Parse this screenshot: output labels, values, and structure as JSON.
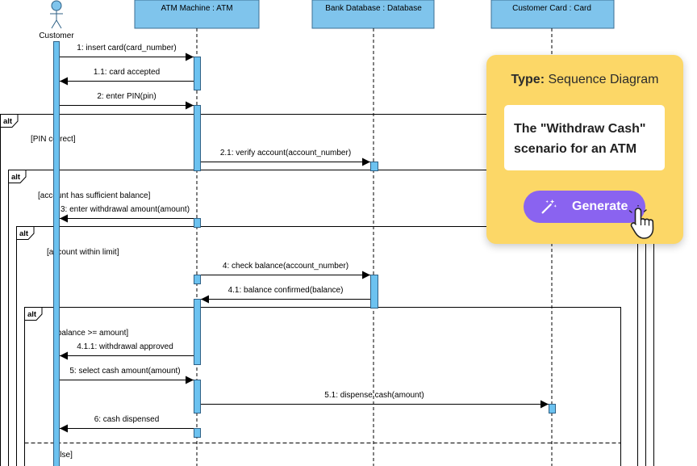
{
  "lifelines": {
    "customer": "Customer",
    "atm": "ATM Machine : ATM",
    "db": "Bank Database : Database",
    "card": "Customer Card : Card"
  },
  "operator": "alt",
  "guards": {
    "pin": "[PIN correct]",
    "balance": "[account has sufficient balance]",
    "limit": "[account within limit]",
    "amount": "[balance >= amount]",
    "else": "[else]"
  },
  "messages": {
    "m1": "1: insert card(card_number)",
    "m1_1": "1.1: card accepted",
    "m2": "2: enter PIN(pin)",
    "m2_1": "2.1: verify account(account_number)",
    "m3": "3: enter withdrawal amount(amount)",
    "m4": "4: check balance(account_number)",
    "m4_1": "4.1: balance confirmed(balance)",
    "m4_1_1": "4.1.1: withdrawal approved",
    "m5": "5: select cash amount(amount)",
    "m5_1": "5.1: dispense cash(amount)",
    "m6": "6: cash dispensed"
  },
  "generator": {
    "type_key": "Type:",
    "type_value": "Sequence Diagram",
    "prompt": "The \"Withdraw Cash\" scenario for an ATM",
    "button_label": "Generate",
    "button_icon": "magic-wand-icon",
    "cursor_icon": "hand-pointer-icon"
  },
  "colors": {
    "lifeline_fill": "#7fc4ec",
    "lifeline_border": "#3c6f94",
    "activation_fill": "#6cc2f0",
    "card_bg": "#fcd767",
    "button_bg": "#8a63f0"
  }
}
